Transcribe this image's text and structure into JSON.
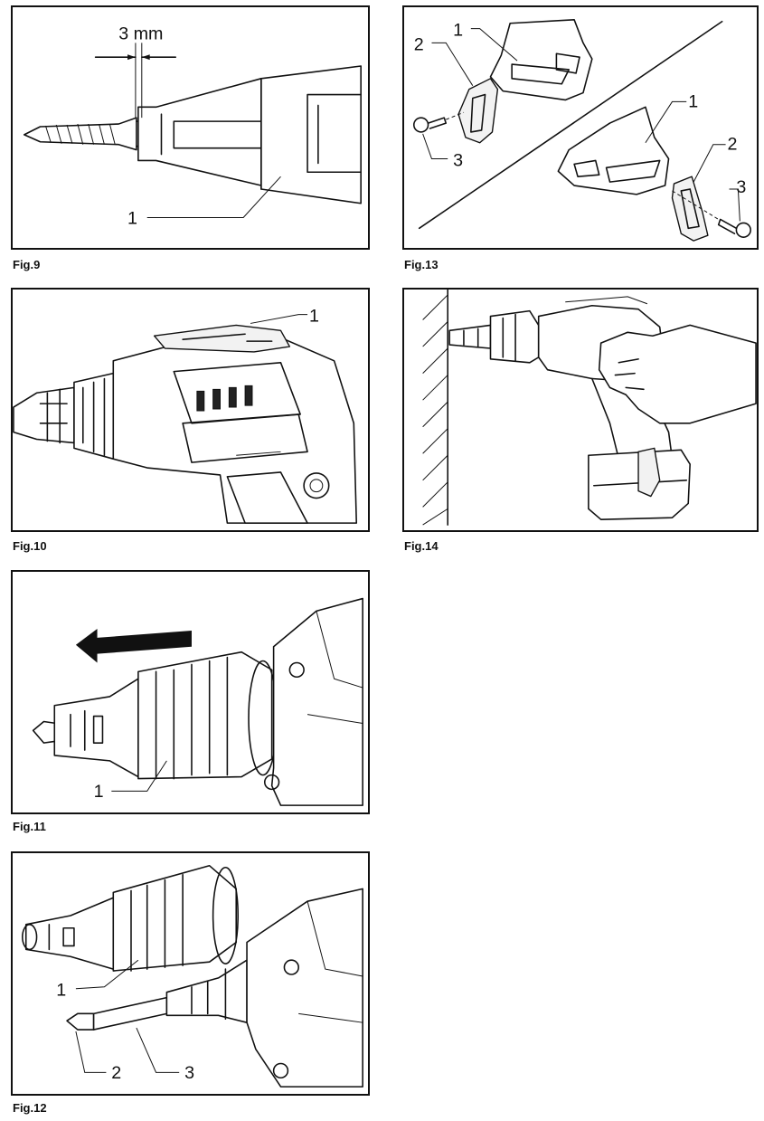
{
  "figures": [
    {
      "id": "fig9",
      "caption": "Fig.9",
      "labels": {
        "dimension": "3 mm",
        "callout_1": "1"
      }
    },
    {
      "id": "fig10",
      "caption": "Fig.10",
      "labels": {
        "callout_1": "1"
      }
    },
    {
      "id": "fig11",
      "caption": "Fig.11",
      "labels": {
        "callout_1": "1"
      }
    },
    {
      "id": "fig12",
      "caption": "Fig.12",
      "labels": {
        "callout_1": "1",
        "callout_2": "2",
        "callout_3": "3"
      }
    },
    {
      "id": "fig13",
      "caption": "Fig.13",
      "labels": {
        "callout_1a": "1",
        "callout_2a": "2",
        "callout_3a": "3",
        "callout_1b": "1",
        "callout_2b": "2",
        "callout_3b": "3"
      }
    },
    {
      "id": "fig14",
      "caption": "Fig.14",
      "labels": {}
    }
  ]
}
